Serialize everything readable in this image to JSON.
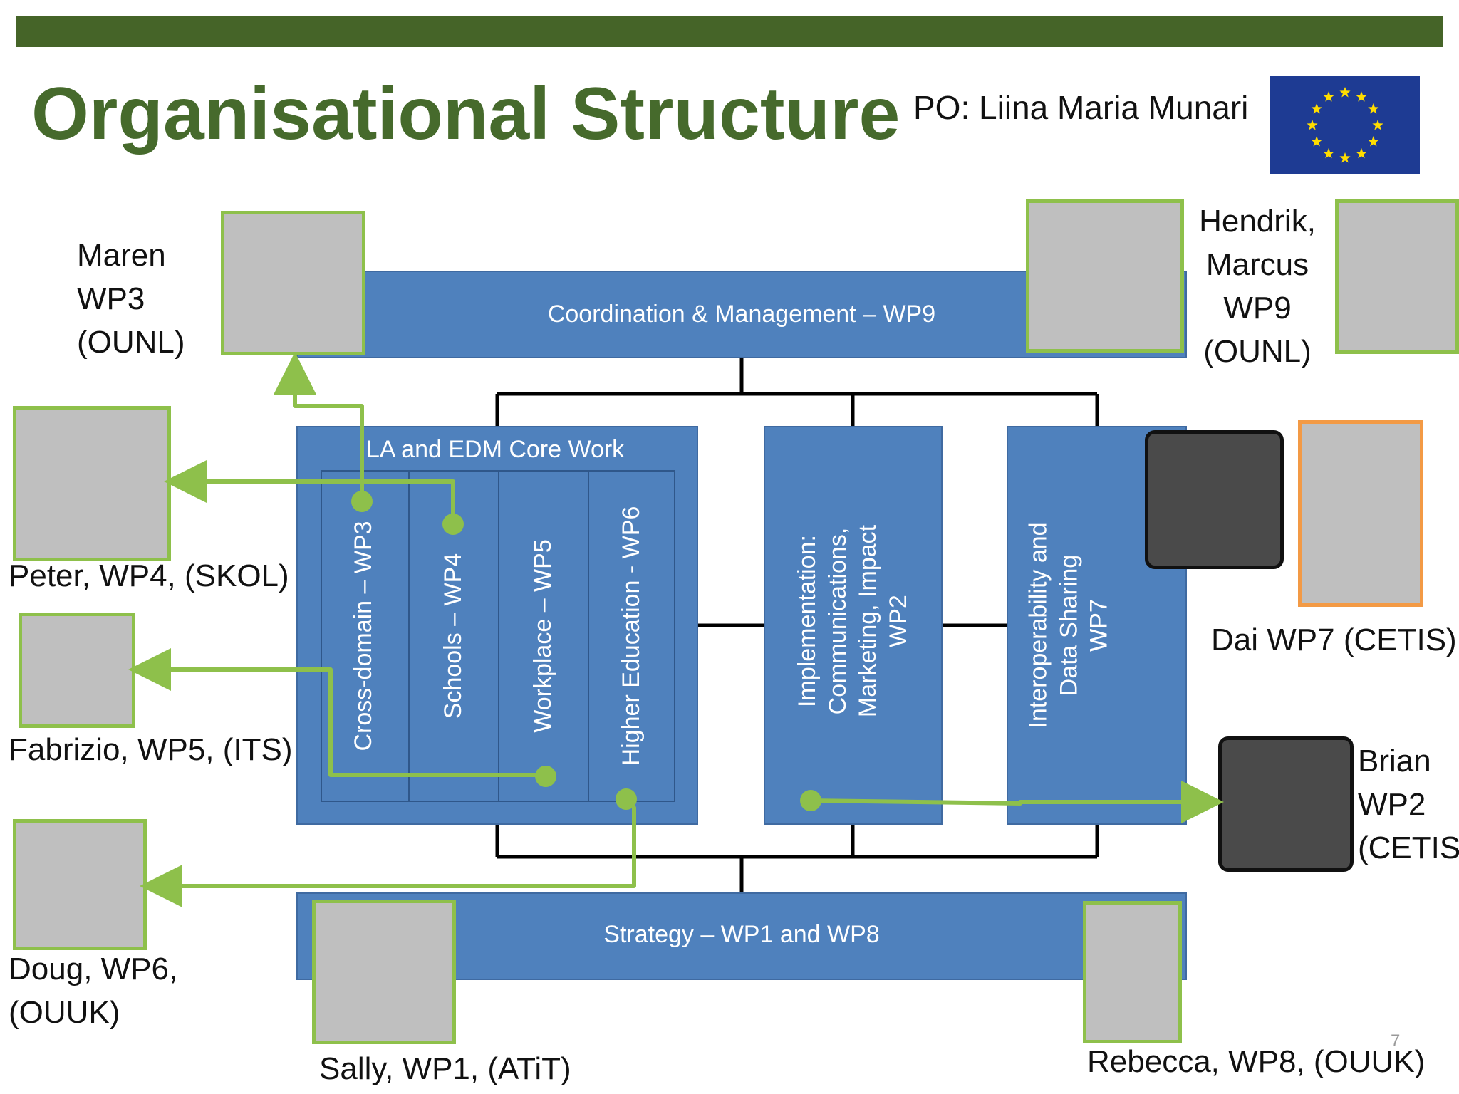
{
  "title": "Organisational Structure",
  "po": "PO: Liina Maria Munari",
  "page_number": "7",
  "colors": {
    "header_bar": "#456428",
    "title": "#466a2c",
    "box_blue": "#4f81bd",
    "connector_green": "#8ec04b",
    "highlight_orange": "#f39a45"
  },
  "boxes": {
    "coordination": "Coordination & Management – WP9",
    "core": "LA and EDM Core Work",
    "wp3": "Cross-domain – WP3",
    "wp4": "Schools – WP4",
    "wp5": "Workplace – WP5",
    "wp6": "Higher Education - WP6",
    "impl": [
      "Implementation:",
      "Communications,",
      "Marketing, Impact",
      "WP2"
    ],
    "interop": [
      "Interoperability and",
      "Data Sharing",
      "WP7"
    ],
    "strategy": "Strategy – WP1 and WP8"
  },
  "people": {
    "maren": [
      "Maren",
      "WP3",
      "(OUNL)"
    ],
    "hendrik": [
      "Hendrik,",
      "Marcus",
      "WP9",
      "(OUNL)"
    ],
    "peter": "Peter, WP4, (SKOL)",
    "fabrizio": "Fabrizio, WP5, (ITS)",
    "doug": [
      "Doug, WP6,",
      "(OUUK)"
    ],
    "dai": "Dai WP7 (CETIS)",
    "brian": [
      "Brian",
      "WP2",
      "(CETIS)"
    ],
    "sally": "Sally, WP1, (ATiT)",
    "rebecca": "Rebecca, WP8,  (OUUK)"
  }
}
